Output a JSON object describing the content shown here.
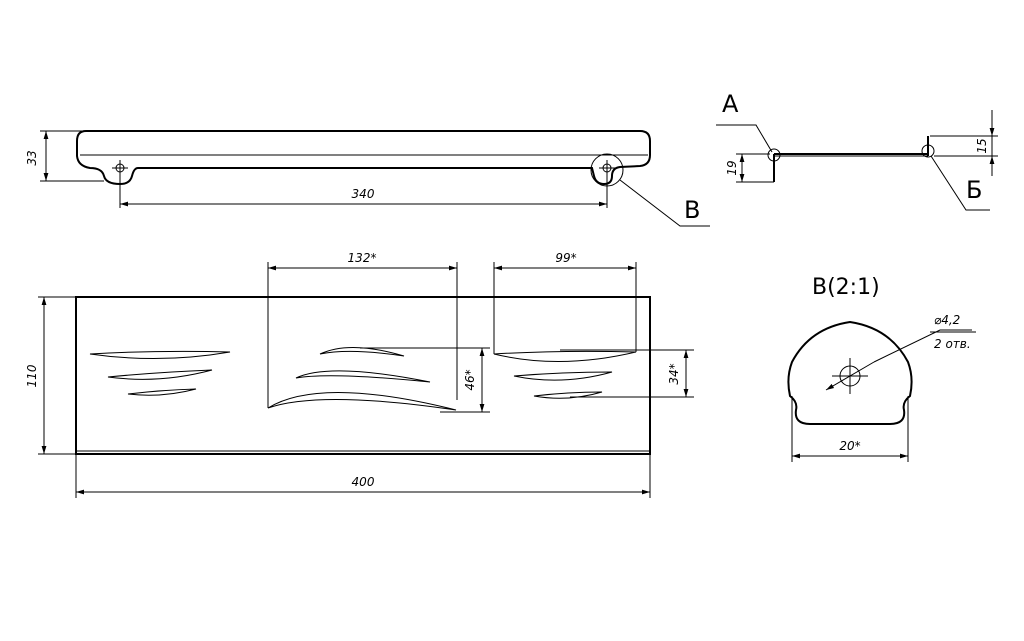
{
  "drawing": {
    "colors": {
      "line": "#000000",
      "background": "#ffffff"
    },
    "side_view": {
      "height_dim": "33",
      "length_dim": "340",
      "callout_label": "В"
    },
    "profile_view": {
      "label_left": "А",
      "label_right": "Б",
      "left_dim": "19",
      "right_dim": "15"
    },
    "front_view": {
      "width_dim": "400",
      "height_dim": "110",
      "pattern_width_dim": "132*",
      "pattern_right_width_dim": "99*",
      "pattern_height_dim": "46*",
      "pattern_right_height_dim": "34*"
    },
    "detail_view": {
      "title": "В(2:1)",
      "hole_dim": "⌀4,2",
      "hole_note": "2 отв.",
      "width_dim": "20*"
    }
  }
}
